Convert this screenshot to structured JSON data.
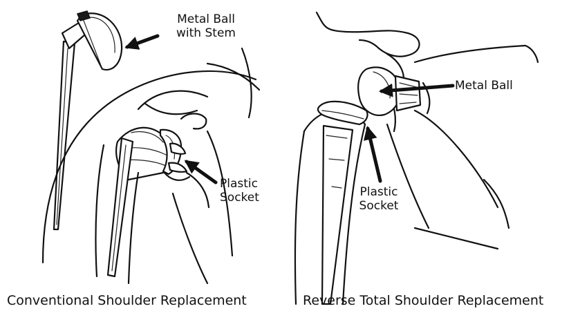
{
  "left_panel": {
    "label_ball_line1": "Metal Ball",
    "label_ball_line2": "with Stem",
    "label_socket_line1": "Plastic",
    "label_socket_line2": "Socket",
    "caption": "Conventional Shoulder Replacement"
  },
  "right_panel": {
    "label_ball": "Metal Ball",
    "label_socket_line1": "Plastic",
    "label_socket_line2": "Socket",
    "caption": "Reverse Total Shoulder Replacement"
  }
}
